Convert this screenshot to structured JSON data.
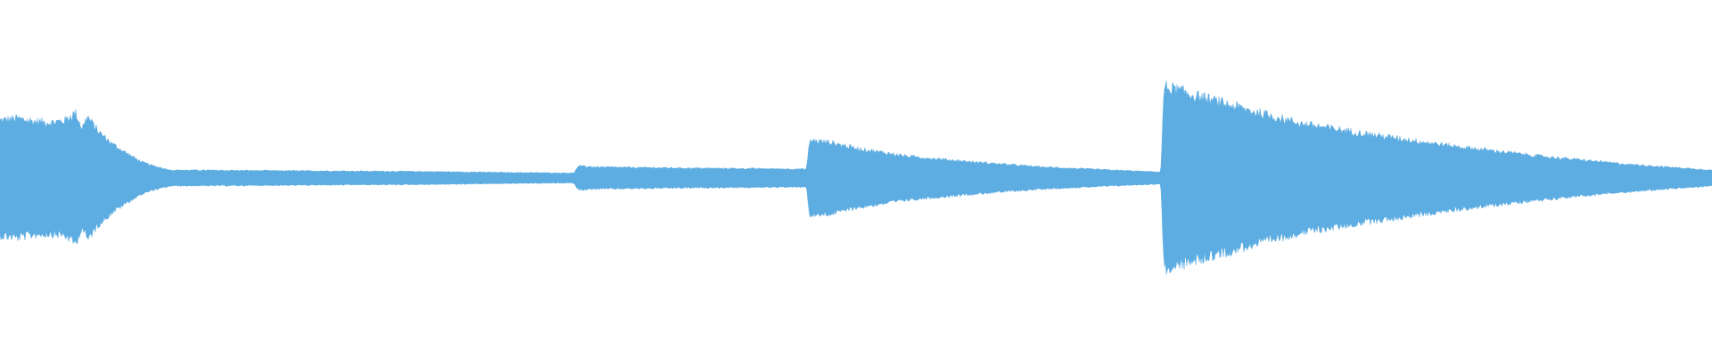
{
  "waveform": {
    "color": "#5dade2",
    "background": "#ffffff",
    "envelope": [
      [
        0.0,
        0.58
      ],
      [
        0.01,
        0.6
      ],
      [
        0.02,
        0.57
      ],
      [
        0.03,
        0.56
      ],
      [
        0.038,
        0.58
      ],
      [
        0.044,
        0.66
      ],
      [
        0.048,
        0.5
      ],
      [
        0.051,
        0.62
      ],
      [
        0.058,
        0.46
      ],
      [
        0.066,
        0.34
      ],
      [
        0.075,
        0.24
      ],
      [
        0.083,
        0.16
      ],
      [
        0.09,
        0.12
      ],
      [
        0.095,
        0.1
      ],
      [
        0.1,
        0.08
      ],
      [
        0.15,
        0.075
      ],
      [
        0.2,
        0.07
      ],
      [
        0.25,
        0.065
      ],
      [
        0.3,
        0.055
      ],
      [
        0.335,
        0.05
      ],
      [
        0.338,
        0.12
      ],
      [
        0.35,
        0.11
      ],
      [
        0.4,
        0.1
      ],
      [
        0.44,
        0.095
      ],
      [
        0.471,
        0.09
      ],
      [
        0.473,
        0.38
      ],
      [
        0.485,
        0.36
      ],
      [
        0.5,
        0.3
      ],
      [
        0.53,
        0.22
      ],
      [
        0.57,
        0.16
      ],
      [
        0.61,
        0.11
      ],
      [
        0.65,
        0.08
      ],
      [
        0.678,
        0.06
      ],
      [
        0.68,
        0.92
      ],
      [
        0.685,
        0.9
      ],
      [
        0.7,
        0.82
      ],
      [
        0.73,
        0.68
      ],
      [
        0.76,
        0.55
      ],
      [
        0.8,
        0.44
      ],
      [
        0.85,
        0.32
      ],
      [
        0.9,
        0.22
      ],
      [
        0.95,
        0.14
      ],
      [
        1.0,
        0.08
      ]
    ]
  }
}
